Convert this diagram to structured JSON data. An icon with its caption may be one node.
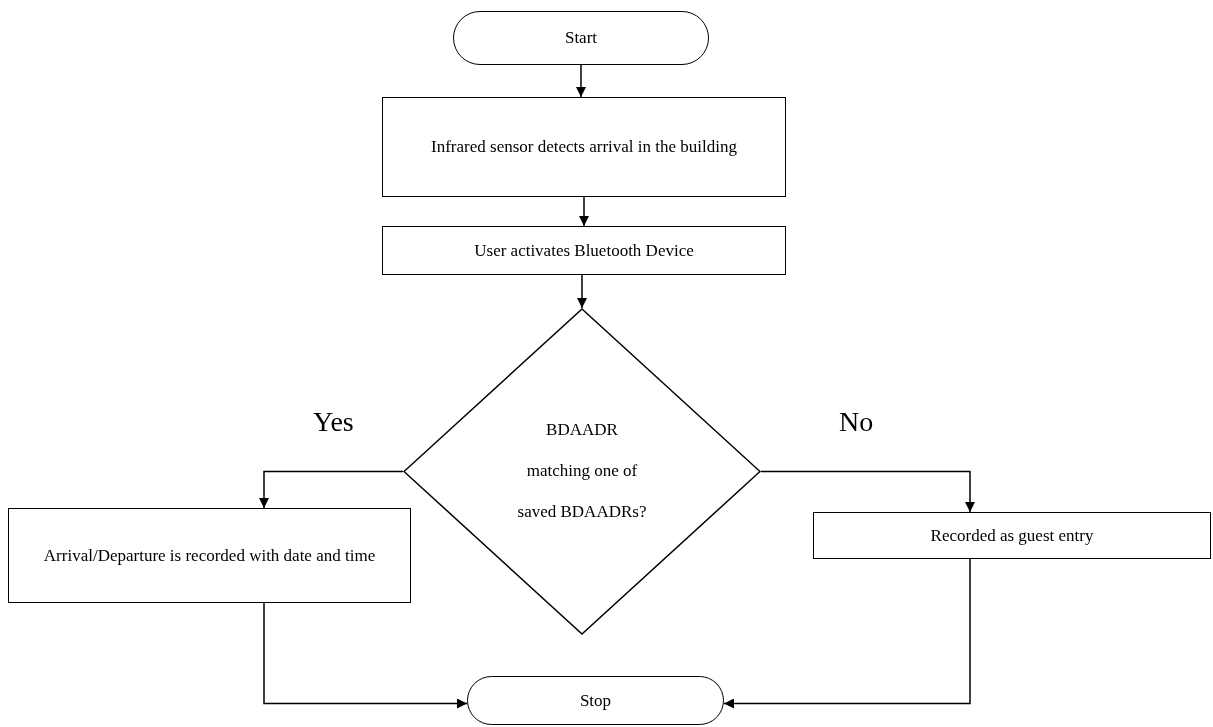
{
  "diagram": {
    "nodes": [
      {
        "text": [
          "Start"
        ]
      },
      {
        "text": [
          "Infrared sensor detects arrival in the building"
        ]
      },
      {
        "text": [
          "User activates Bluetooth Device"
        ]
      },
      {
        "text": [
          "BDAADR matching one of saved BDAADRs?"
        ]
      },
      {
        "text": [
          "Arrival/Departure is recorded with date and time"
        ]
      },
      {
        "text": [
          "Recorded as guest entry"
        ]
      },
      {
        "text": [
          "Stop"
        ]
      }
    ],
    "edges": [
      {
        "from": 0,
        "to": 1,
        "arrow": "to"
      },
      {
        "from": 1,
        "to": 2,
        "arrow": "to"
      },
      {
        "from": 2,
        "to": 3,
        "arrow": "to"
      },
      {
        "from": 3,
        "to": 4,
        "arrow": "to",
        "label": "Yes"
      },
      {
        "from": 3,
        "to": 5,
        "arrow": "to",
        "label": "No"
      },
      {
        "from": 4,
        "to": 6,
        "arrow": "to"
      },
      {
        "from": 5,
        "to": 6,
        "arrow": "to"
      }
    ]
  }
}
